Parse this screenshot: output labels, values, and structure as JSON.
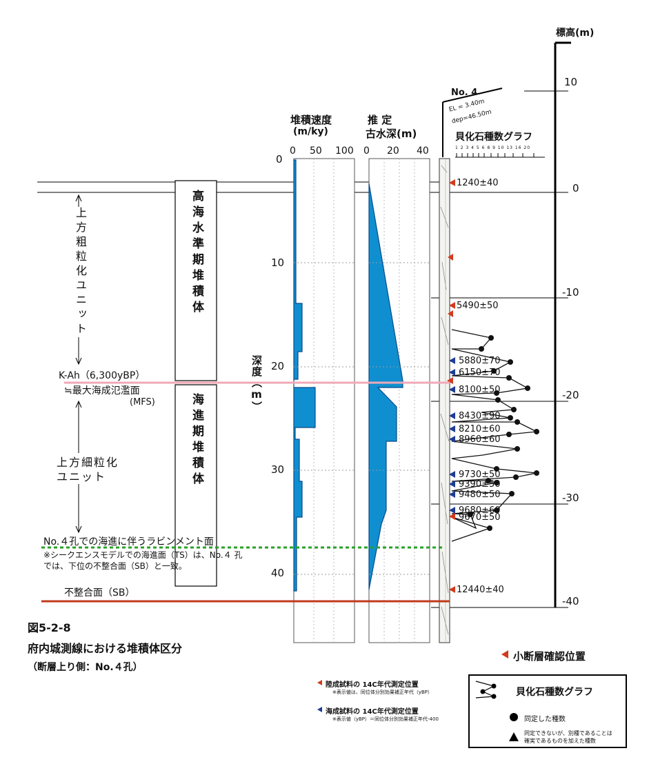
{
  "elevation_title": "標高(m)",
  "elevation_ticks": [
    "10",
    "0",
    "-10",
    "-20",
    "-30",
    "-40"
  ],
  "borehole": {
    "name": "No. 4",
    "el": "EL = 3.40m",
    "dep": "dep=46.50m",
    "graph_title": "貝化石種数グラフ",
    "graph_scale": "1 2 3 4 5 6 8 9 10 13 16 20"
  },
  "sed_rate": {
    "title": "堆積速度",
    "unit": "(m/ky)",
    "ticks": [
      "0",
      "50",
      "100"
    ]
  },
  "paleo_depth": {
    "title": "推 定",
    "title2": "古水深(m)",
    "ticks": [
      "0",
      "20",
      "40"
    ]
  },
  "depth_axis": {
    "title": "深度（m）",
    "ticks": [
      "0",
      "10",
      "20",
      "30",
      "40"
    ]
  },
  "units": {
    "upper_label": "上方粗粒化ユニット",
    "hst_label": "高海水準期堆積体",
    "tst_label": "海進期堆積体",
    "kah": "K-Ah（6,300yBP）",
    "mfs1": "≒最大海成氾濫面",
    "mfs2": "(MFS)",
    "lower_label1": "上方細粒化",
    "lower_label2": "ユニット",
    "ravinement": "No.４孔での海進に伴うラビンメント面",
    "note1": "※シークエンスモデルでの海進面（TS）は、No.４ 孔",
    "note2": "では、下位の不整合面（SB）と一致。",
    "sb": "不整合面（SB）"
  },
  "ages": [
    {
      "text": "1240±40",
      "color": "#d23a1e"
    },
    {
      "text": "5490±50",
      "color": "#d23a1e"
    },
    {
      "text": "5880±70",
      "color": "#1e3c96"
    },
    {
      "text": "6150±70",
      "color": "#1e3c96"
    },
    {
      "text": "8100±50",
      "color": "#1e3c96"
    },
    {
      "text": "8430±90",
      "color": "#1e3c96"
    },
    {
      "text": "8210±60",
      "color": "#1e3c96"
    },
    {
      "text": "8960±60",
      "color": "#1e3c96"
    },
    {
      "text": "9730±50",
      "color": "#1e3c96"
    },
    {
      "text": "9390±50",
      "color": "#1e3c96"
    },
    {
      "text": "9480±50",
      "color": "#1e3c96"
    },
    {
      "text": "9680±60",
      "color": "#1e3c96"
    },
    {
      "text": "9670±50",
      "color": "#d23a1e"
    },
    {
      "text": "12440±40",
      "color": "#d23a1e"
    }
  ],
  "figure": {
    "number": "図5-2-8",
    "title": "府内城測線における堆積体区分",
    "subtitle": "（断層上り側：No.４孔）"
  },
  "legend": {
    "fault": "小断層確認位置",
    "land_sample": "陸成試料の 14C年代測定位置",
    "land_note": "※表示値は、同位体分別効果補正年代（yBP）",
    "marine_sample": "海成試料の 14C年代測定位置",
    "marine_note": "※表示値（yBP）＝同位体分別効果補正年代-400",
    "graph": "貝化石種数グラフ",
    "identified": "同定した種数",
    "unidentified1": "同定できないが、別種であることは",
    "unidentified2": "確実であるものを加えた種数"
  },
  "colors": {
    "blue_fill": "#0f8fd0",
    "sb_line": "#c0391c",
    "mfs_line": "#f0a8b8",
    "ravinement": "#28a028",
    "red_marker": "#d23a1e",
    "blue_marker": "#1e3c96"
  }
}
